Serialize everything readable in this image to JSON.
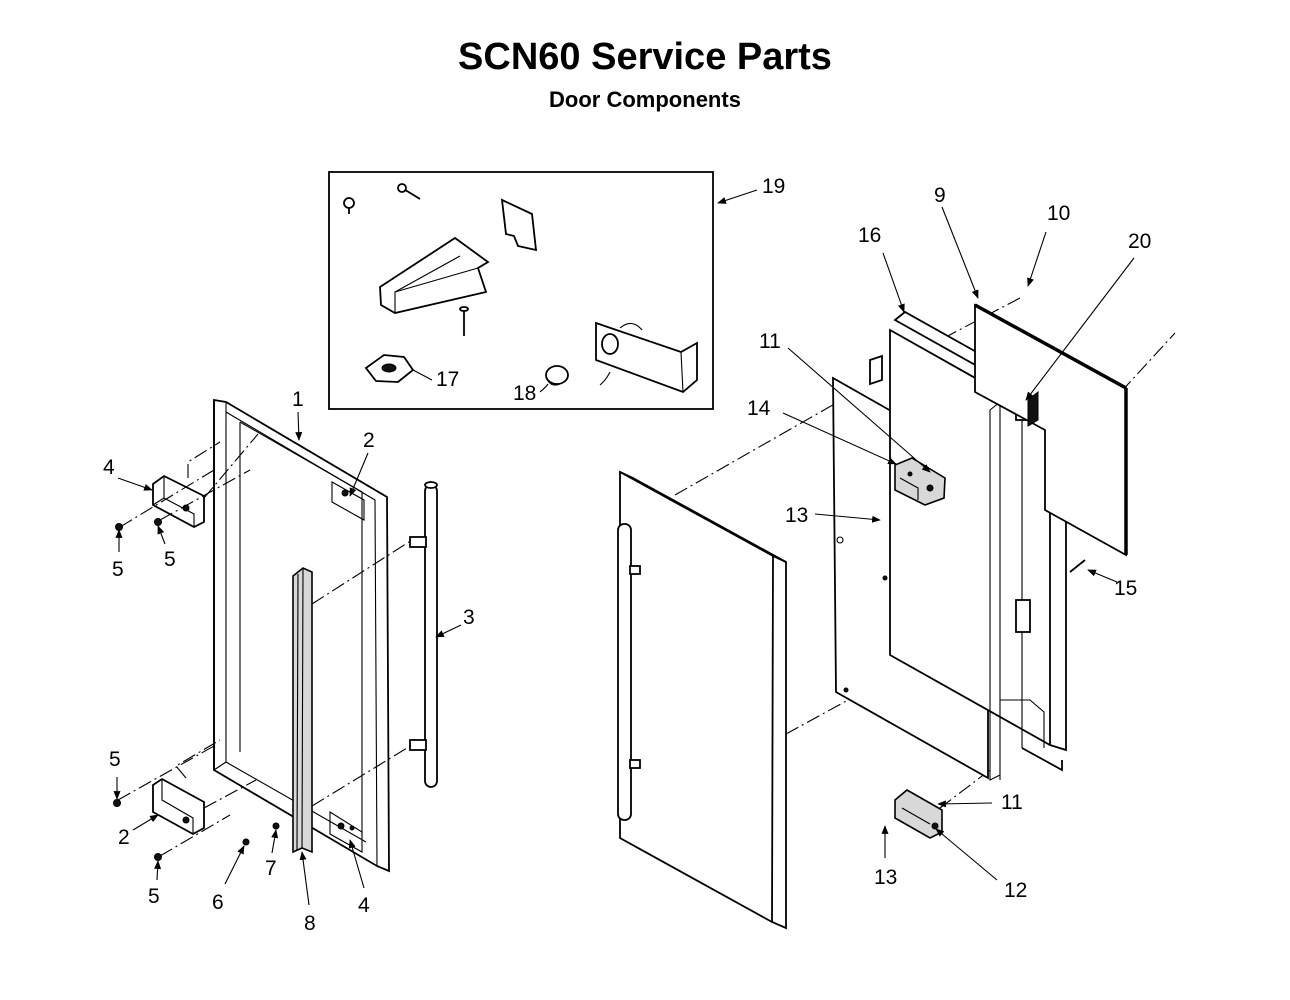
{
  "header": {
    "title": "SCN60 Service Parts",
    "subtitle": "Door Components"
  },
  "callouts": {
    "c1": "1",
    "c2a": "2",
    "c2b": "2",
    "c3": "3",
    "c4a": "4",
    "c4b": "4",
    "c5a": "5",
    "c5b": "5",
    "c5c": "5",
    "c5d": "5",
    "c6": "6",
    "c7": "7",
    "c8": "8",
    "c9": "9",
    "c10": "10",
    "c11a": "11",
    "c11b": "11",
    "c12": "12",
    "c13a": "13",
    "c13b": "13",
    "c14": "14",
    "c15": "15",
    "c16": "16",
    "c17": "17",
    "c18": "18",
    "c19": "19",
    "c20": "20"
  }
}
